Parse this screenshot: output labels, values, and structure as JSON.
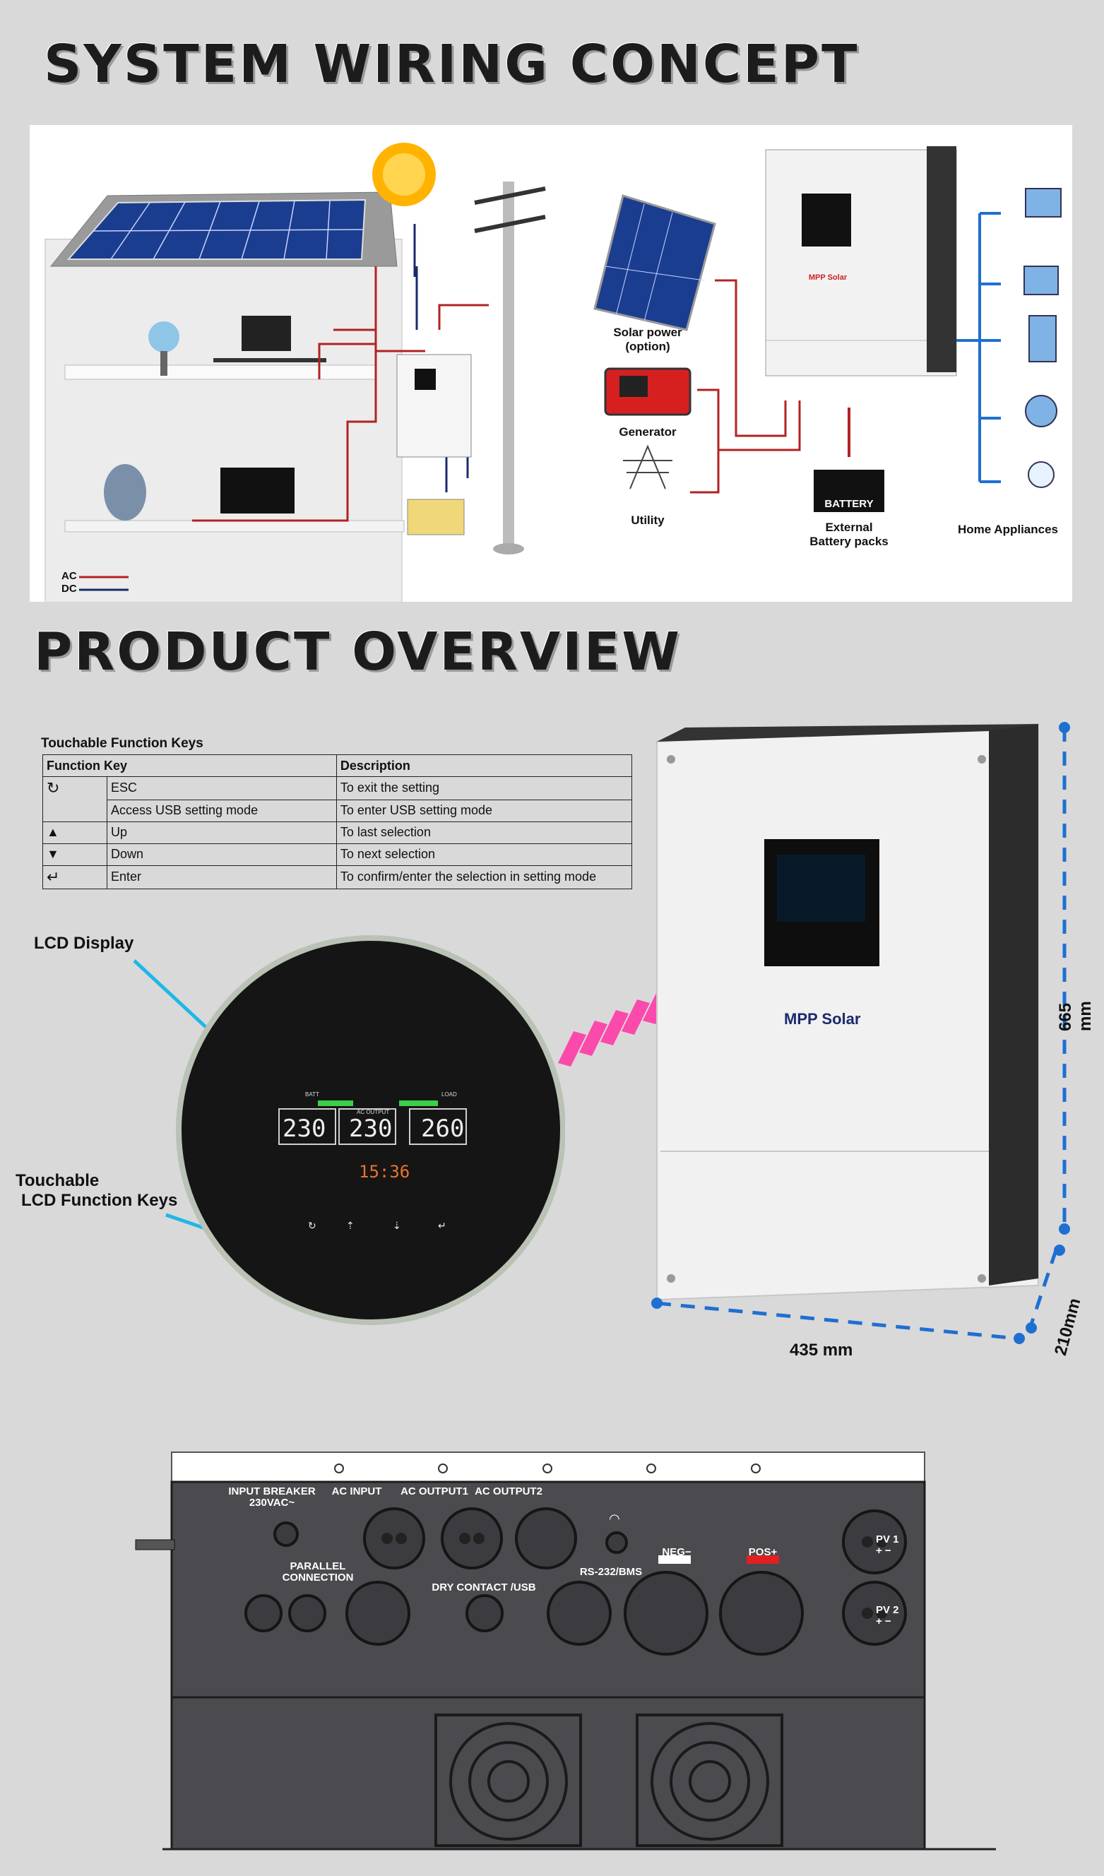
{
  "headings": {
    "wiring": "SYSTEM WIRING CONCEPT",
    "overview": "PRODUCT OVERVIEW"
  },
  "wiring_diagram": {
    "legend": {
      "ac": "AC",
      "dc": "DC"
    },
    "labels": {
      "solar": "Solar power\n(option)",
      "generator": "Generator",
      "utility": "Utility",
      "battery_box": "BATTERY",
      "battery": "External\nBattery packs",
      "appliances": "Home Appliances"
    },
    "inverter_brand": "MPP Solar"
  },
  "function_keys": {
    "title": "Touchable Function Keys",
    "headers": [
      "Function Key",
      "Description"
    ],
    "rows": [
      {
        "icon": "esc-icon",
        "glyph": "↻",
        "key": "ESC",
        "desc": "To exit the setting"
      },
      {
        "icon": "",
        "glyph": "",
        "key": "Access USB setting mode",
        "desc": "To enter USB setting mode"
      },
      {
        "icon": "up-icon",
        "glyph": "▲",
        "key": "Up",
        "desc": "To last selection"
      },
      {
        "icon": "down-icon",
        "glyph": "▼",
        "key": "Down",
        "desc": "To next selection"
      },
      {
        "icon": "enter-icon",
        "glyph": "↵",
        "key": "Enter",
        "desc": "To confirm/enter the selection in setting mode"
      }
    ]
  },
  "callouts": {
    "lcd": "LCD Display",
    "keys_line1": "Touchable",
    "keys_line2": "LCD Function Keys"
  },
  "lcd_readout": {
    "v1": "230",
    "v2": "230",
    "v3": "260",
    "time": "15:36",
    "ac_output": "AC OUTPUT",
    "batt": "BATT",
    "load": "LOAD"
  },
  "dimensions": {
    "width": "435 mm",
    "height": "665 mm",
    "depth": "210mm"
  },
  "bottom_panel": {
    "input_breaker": "INPUT BREAKER\n230VAC~",
    "ac_input": "AC INPUT",
    "ac_output1": "AC OUTPUT1",
    "ac_output2": "AC OUTPUT2",
    "parallel": "PARALLEL\nCONNECTION",
    "dry_contact": "DRY CONTACT /USB",
    "rs232": "RS-232/BMS",
    "neg": "NEG−",
    "pos": "POS+",
    "pv1": "PV 1\n+  −",
    "pv2": "PV 2\n+  −"
  },
  "colors": {
    "ac_line": "#b22222",
    "dc_line": "#1a2a6c",
    "dim_line": "#1f6fd1",
    "arrow_pink": "#ff3aa8",
    "callout": "#1fb7e6"
  }
}
